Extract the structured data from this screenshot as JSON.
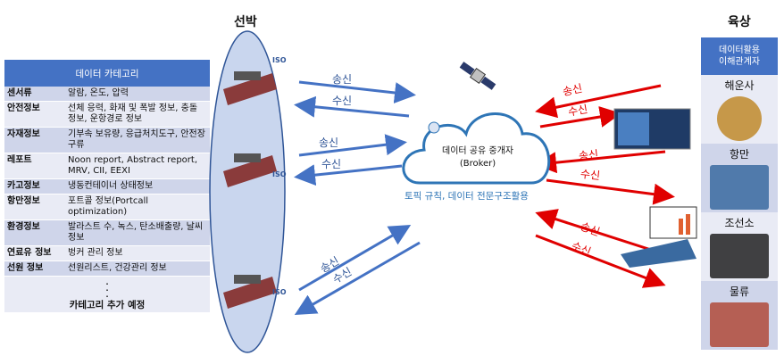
{
  "ship_title": "선박",
  "land_title": "육상",
  "category_table": {
    "header": "데이터 카테고리",
    "rows": [
      {
        "key": "센서류",
        "value": "알람, 온도, 압력"
      },
      {
        "key": "안전정보",
        "value": "선체 응력, 화재 및 폭발 정보, 충돌 정보, 운항경로 정보"
      },
      {
        "key": "자재정보",
        "value": "기부속 보유량, 응급처치도구, 안전장구류"
      },
      {
        "key": "레포트",
        "value": "Noon report, Abstract report, MRV, CII, EEXI"
      },
      {
        "key": "카고정보",
        "value": "냉동컨테이너 상태정보"
      },
      {
        "key": "항만정보",
        "value": "포트콜 정보(Portcall optimization)"
      },
      {
        "key": "환경정보",
        "value": "발라스트 수, 녹스, 탄소배출량, 날씨 정보"
      },
      {
        "key": "연료유 정보",
        "value": "벙커 관리 정보"
      },
      {
        "key": "선원 정보",
        "value": "선원리스트, 건강관리 정보"
      }
    ],
    "ellipsis": "·\n·\n·",
    "footer": "카테고리 추가 예정"
  },
  "arrows": {
    "send": "송신",
    "receive": "수신",
    "ship_color": "#4472c4",
    "land_color": "#e00000"
  },
  "broker": {
    "title": "데이터 공유 중개자",
    "subtitle": "(Broker)",
    "caption": "토픽 규칙, 데이터 전문구조활용",
    "color": "#2e75b6"
  },
  "stakeholders": {
    "header": "데이터활용\n이해관계자",
    "items": [
      {
        "label": "해운사",
        "icon": "ship-wheel-icon"
      },
      {
        "label": "항만",
        "icon": "port-container-icon"
      },
      {
        "label": "조선소",
        "icon": "shipyard-crane-icon"
      },
      {
        "label": "물류",
        "icon": "logistics-icon"
      }
    ]
  }
}
